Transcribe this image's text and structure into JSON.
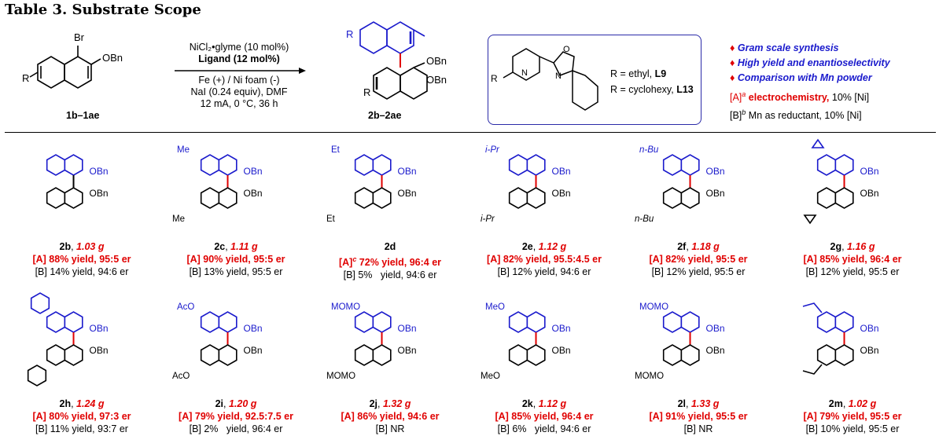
{
  "title": "Table 3. Substrate Scope",
  "scheme": {
    "reactant_label": "1b–1ae",
    "reactant_br": "Br",
    "reactant_obn": "OBn",
    "r": "R",
    "conditions_line1": "NiCl₂•glyme (10 mol%)",
    "conditions_line2": "Ligand (12 mol%)",
    "conditions_line3": "Fe (+) / Ni foam (-)",
    "conditions_line4": "NaI (0.24 equiv), DMF",
    "conditions_line5": "12 mA, 0 °C, 36 h",
    "product_label": "2b–2ae",
    "product_obn": "OBn"
  },
  "ligand": {
    "r": "R",
    "n": "N",
    "o": "O",
    "line1_prefix": "R = ethyl, ",
    "line1_code": "L9",
    "line2_prefix": "R = cyclohexy, ",
    "line2_code": "L13"
  },
  "legend": {
    "items": [
      "Gram scale synthesis",
      "High yield and enantioselectivity",
      "Comparison with Mn powder"
    ],
    "a_label": "[A]",
    "a_sup": "a",
    "a_text": " electrochemistry,",
    "a_rest": " 10% [Ni]",
    "b_label": "[B]",
    "b_sup": "b",
    "b_rest": " Mn as reductant, 10% [Ni]"
  },
  "colors": {
    "blue": "#1a1acc",
    "red": "#e00000",
    "black": "#000000"
  },
  "compounds": [
    {
      "name": "2b",
      "sub": "",
      "gram": "1.03 g",
      "a": "[A] 88% yield, 95:5 er",
      "a_sup": "",
      "b": "[B] 14% yield, 94:6 er"
    },
    {
      "name": "2c",
      "sub": "Me",
      "gram": "1.11 g",
      "a": "[A] 90% yield, 95:5 er",
      "a_sup": "",
      "b": "[B] 13% yield, 95:5 er"
    },
    {
      "name": "2d",
      "sub": "Et",
      "gram": "",
      "a": " 72% yield, 96:4 er",
      "a_sup": "c",
      "b": "[B] 5%   yield, 94:6 er"
    },
    {
      "name": "2e",
      "sub": "i-Pr",
      "gram": "1.12 g",
      "a": "[A] 82% yield, 95.5:4.5 er",
      "a_sup": "",
      "b": "[B] 12% yield, 94:6 er"
    },
    {
      "name": "2f",
      "sub": "n-Bu",
      "gram": "1.18 g",
      "a": "[A] 82% yield, 95:5 er",
      "a_sup": "",
      "b": "[B] 12% yield, 95:5 er"
    },
    {
      "name": "2g",
      "sub": "cyclopropyl",
      "gram": "1.16 g",
      "a": "[A] 85% yield, 96:4 er",
      "a_sup": "",
      "b": "[B] 12% yield, 95:5 er"
    },
    {
      "name": "2h",
      "sub": "cyclohexyl",
      "gram": "1.24 g",
      "a": "[A] 80% yield, 97:3 er",
      "a_sup": "",
      "b": "[B] 11% yield, 93:7 er"
    },
    {
      "name": "2i",
      "sub": "AcO",
      "gram": "1.20 g",
      "a": "[A] 79% yield, 92.5:7.5 er",
      "a_sup": "",
      "b": "[B] 2%   yield, 96:4 er"
    },
    {
      "name": "2j",
      "sub": "MOMO",
      "gram": "1.32 g",
      "a": "[A] 86% yield, 94:6 er",
      "a_sup": "",
      "b": "[B] NR"
    },
    {
      "name": "2k",
      "sub": "MeO",
      "gram": "1.12 g",
      "a": "[A] 85% yield, 96:4 er",
      "a_sup": "",
      "b": "[B] 6%   yield, 94:6 er"
    },
    {
      "name": "2l",
      "sub": "MOMO",
      "gram": "1.33 g",
      "a": "[A] 91% yield, 95:5 er",
      "a_sup": "",
      "b": "[B] NR"
    },
    {
      "name": "2m",
      "sub": "vinyl",
      "gram": "1.02 g",
      "a": "[A] 79% yield, 95:5 er",
      "a_sup": "",
      "b": "[B] 10% yield, 95:5 er"
    }
  ]
}
